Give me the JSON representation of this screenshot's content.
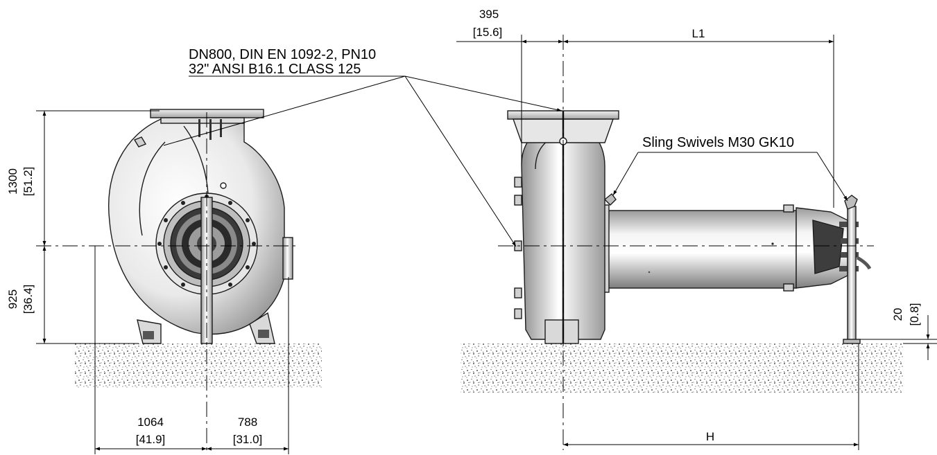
{
  "callouts": {
    "flange_line1": "DN800, DIN EN 1092-2, PN10",
    "flange_line2": "32\" ANSI B16.1 CLASS 125",
    "sling": "Sling Swivels M30 GK10"
  },
  "dimensions": {
    "height_above": {
      "mm": "1300",
      "inch": "[51.2]"
    },
    "height_below": {
      "mm": "925",
      "inch": "[36.4]"
    },
    "width_left": {
      "mm": "1064",
      "inch": "[41.9]"
    },
    "width_right": {
      "mm": "788",
      "inch": "[31.0]"
    },
    "flange_offset": {
      "mm": "395",
      "inch": "[15.6]"
    },
    "length_l1": "L1",
    "length_h": "H",
    "foot_gap": {
      "mm": "20",
      "inch": "[0.8]"
    }
  }
}
